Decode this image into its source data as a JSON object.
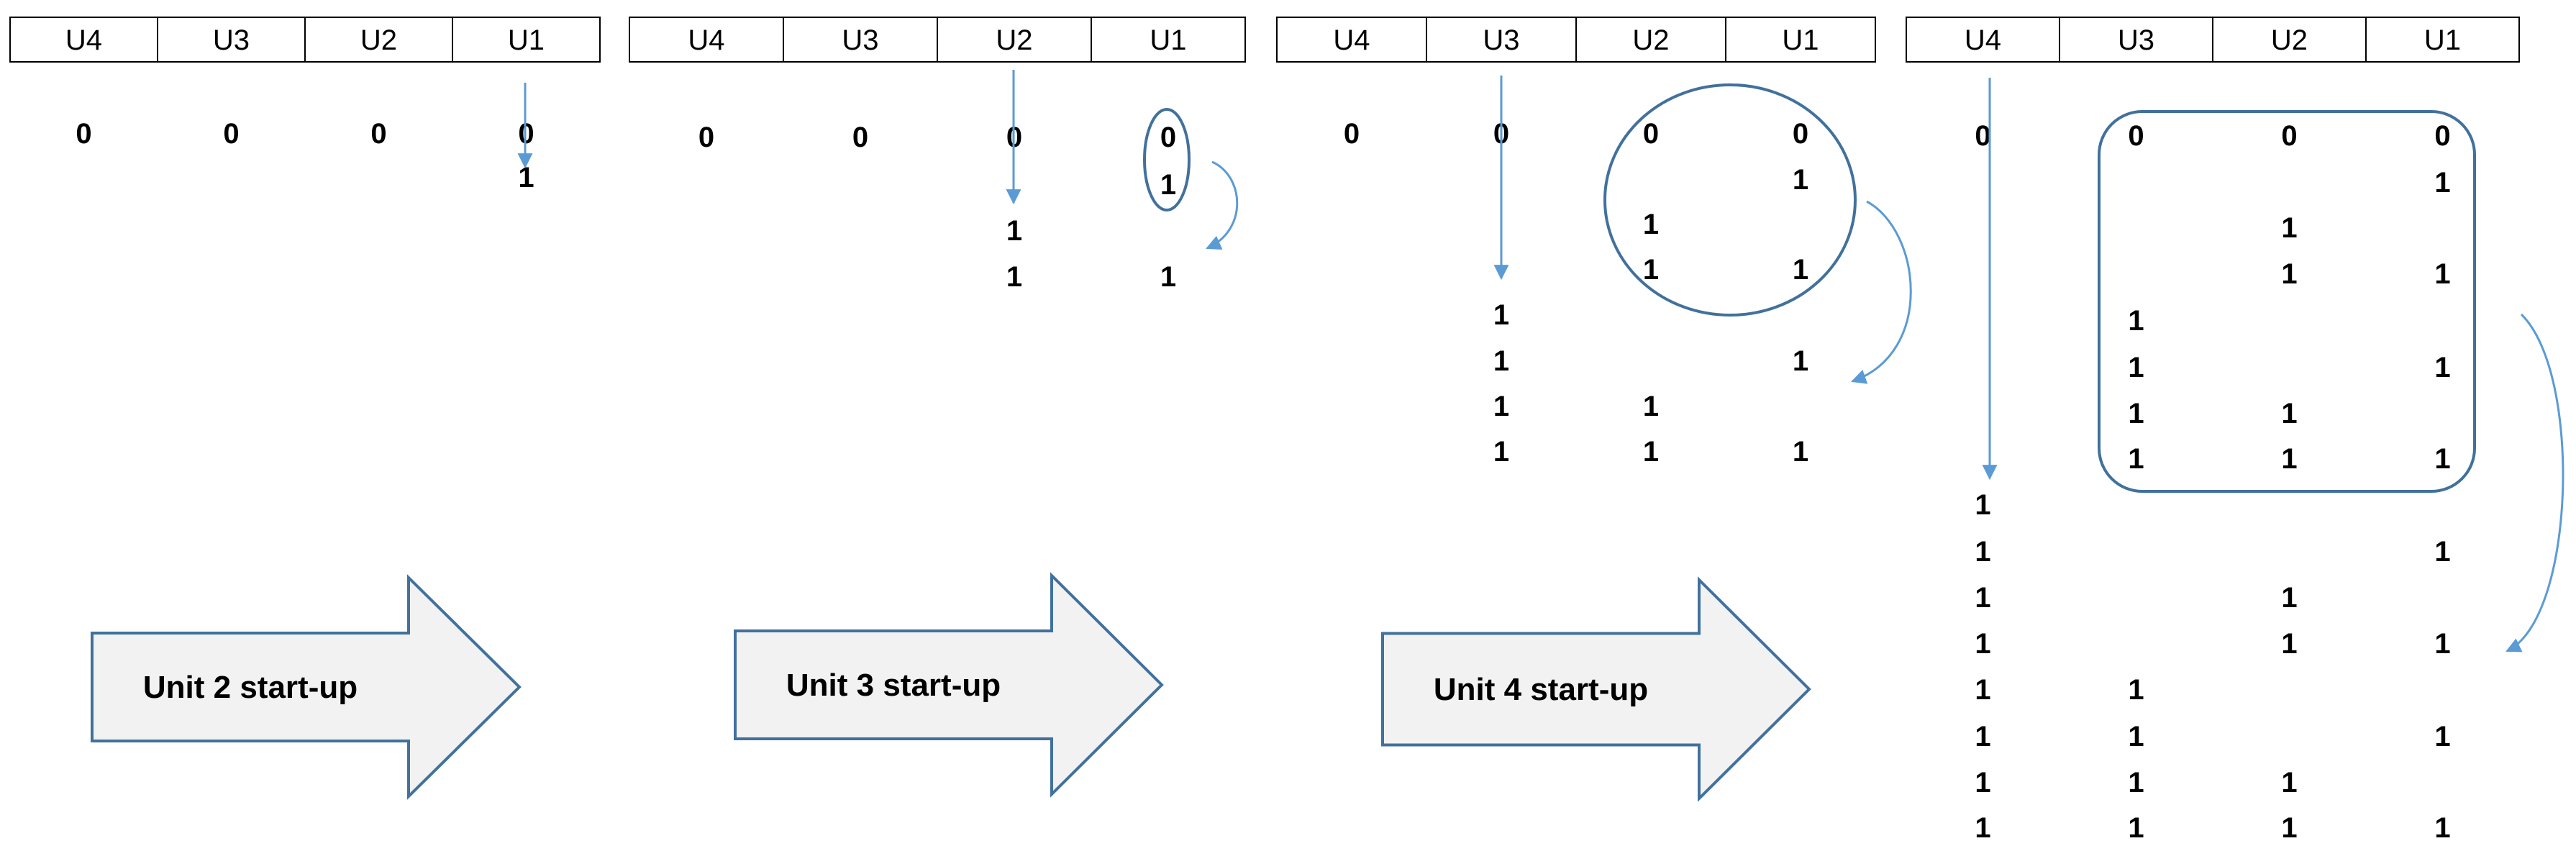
{
  "panels": [
    {
      "headers": [
        "U4",
        "U3",
        "U2",
        "U1"
      ],
      "rows": [
        [
          "0",
          "0",
          "0",
          "0"
        ],
        [
          "",
          "",
          "",
          "1"
        ]
      ]
    },
    {
      "headers": [
        "U4",
        "U3",
        "U2",
        "U1"
      ],
      "rows": [
        [
          "0",
          "0",
          "0",
          "0"
        ],
        [
          "",
          "",
          "",
          "1"
        ],
        [
          "",
          "",
          "1",
          ""
        ],
        [
          "",
          "",
          "1",
          "1"
        ]
      ]
    },
    {
      "headers": [
        "U4",
        "U3",
        "U2",
        "U1"
      ],
      "rows": [
        [
          "0",
          "0",
          "0",
          "0"
        ],
        [
          "",
          "",
          "",
          "1"
        ],
        [
          "",
          "",
          "1",
          ""
        ],
        [
          "",
          "",
          "1",
          "1"
        ],
        [
          "",
          "1",
          "",
          ""
        ],
        [
          "",
          "1",
          "",
          "1"
        ],
        [
          "",
          "1",
          "1",
          ""
        ],
        [
          "",
          "1",
          "1",
          "1"
        ]
      ]
    },
    {
      "headers": [
        "U4",
        "U3",
        "U2",
        "U1"
      ],
      "rows": [
        [
          "0",
          "0",
          "0",
          "0"
        ],
        [
          "",
          "",
          "",
          "1"
        ],
        [
          "",
          "",
          "1",
          ""
        ],
        [
          "",
          "",
          "1",
          "1"
        ],
        [
          "",
          "1",
          "",
          ""
        ],
        [
          "",
          "1",
          "",
          "1"
        ],
        [
          "",
          "1",
          "1",
          ""
        ],
        [
          "",
          "1",
          "1",
          "1"
        ],
        [
          "1",
          "",
          "",
          ""
        ],
        [
          "1",
          "",
          "",
          "1"
        ],
        [
          "1",
          "",
          "1",
          ""
        ],
        [
          "1",
          "",
          "1",
          "1"
        ],
        [
          "1",
          "1",
          "",
          ""
        ],
        [
          "1",
          "1",
          "",
          "1"
        ],
        [
          "1",
          "1",
          "1",
          ""
        ],
        [
          "1",
          "1",
          "1",
          "1"
        ]
      ]
    }
  ],
  "transition_arrows": [
    {
      "label": "Unit 2 start-up"
    },
    {
      "label": "Unit 3 start-up"
    },
    {
      "label": "Unit 4 start-up"
    }
  ],
  "colors": {
    "connector": "#5b9bd5",
    "outline": "#41719c",
    "arrow_fill": "#f2f2f2",
    "table_border": "#000000",
    "text": "#000000"
  }
}
